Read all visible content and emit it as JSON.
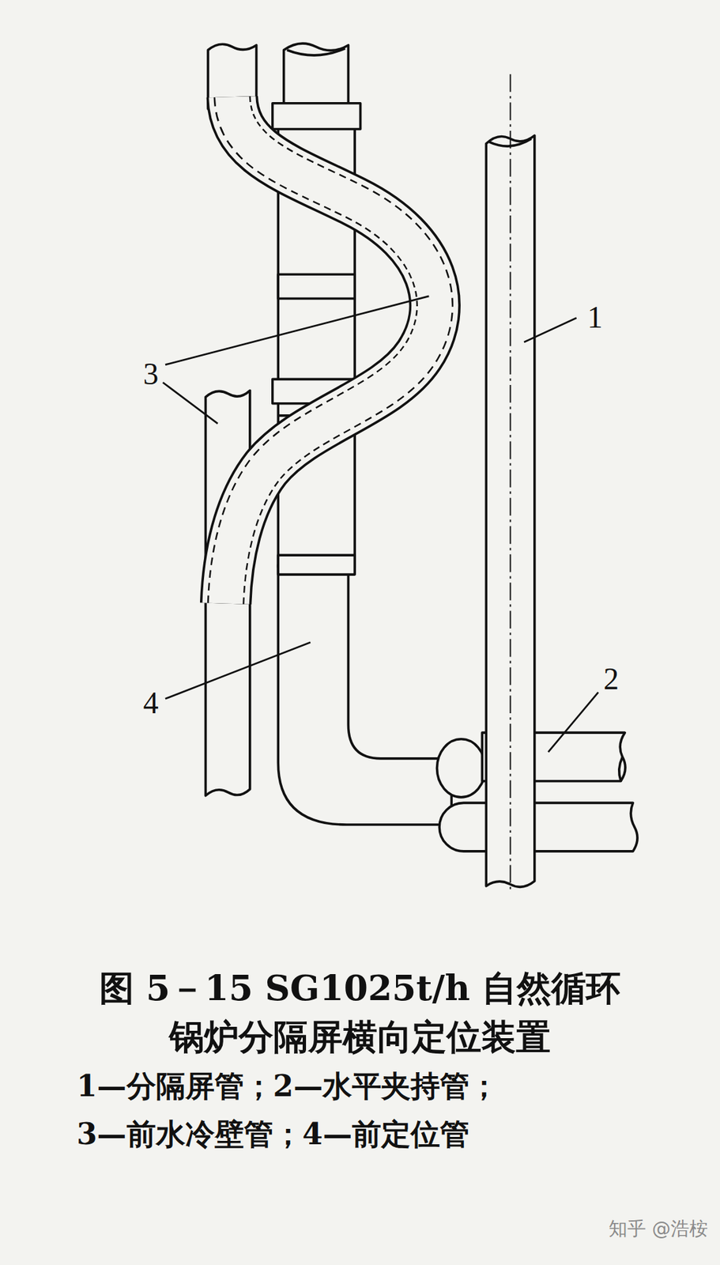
{
  "diagram": {
    "caption": "图 5－15 SG1025t/h 自然循环 锅炉分隔屏横向定位装置",
    "labels": [
      "1",
      "2",
      "3",
      "4",
      "1—分隔屏管；2—水平夹持管；",
      "3—前水冷壁管；4—前定位管",
      "知乎 @浩桉"
    ]
  }
}
